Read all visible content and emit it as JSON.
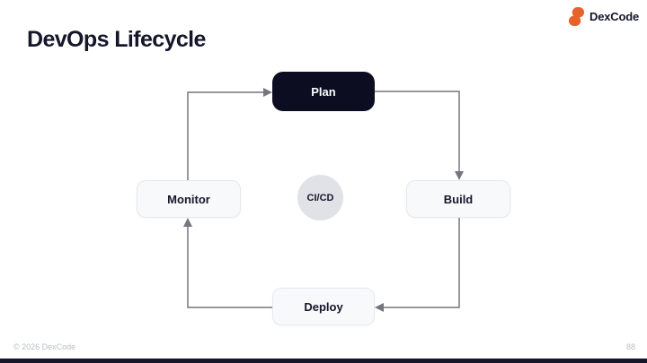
{
  "slide": {
    "title": "DevOps Lifecycle",
    "footer": {
      "copyright": "© 2026 DexCode",
      "page_number": "88"
    }
  },
  "logo": {
    "text": "DexCode",
    "icon": "dexcode-logo-icon",
    "icon_color": "#E8632C"
  },
  "diagram": {
    "type": "cycle-flowchart",
    "nodes": [
      {
        "id": "plan",
        "label": "Plan",
        "variant": "dark",
        "position": "top"
      },
      {
        "id": "build",
        "label": "Build",
        "variant": "light",
        "position": "right"
      },
      {
        "id": "deploy",
        "label": "Deploy",
        "variant": "light",
        "position": "bottom"
      },
      {
        "id": "monitor",
        "label": "Monitor",
        "variant": "light",
        "position": "left"
      }
    ],
    "center_label": "CI/CD",
    "edges": [
      {
        "from": "Plan",
        "to": "Build"
      },
      {
        "from": "Build",
        "to": "Deploy"
      },
      {
        "from": "Deploy",
        "to": "Monitor"
      },
      {
        "from": "Monitor",
        "to": "Plan"
      }
    ]
  },
  "colors": {
    "title_text": "#16162B",
    "dark_node_bg": "#0D0D21",
    "dark_node_text": "#FFFFFF",
    "light_node_bg": "#F8F9FB",
    "light_node_border": "#E7E9EE",
    "center_circle_bg": "#E1E2E7",
    "connector": "#75757F",
    "footer_text": "#BBBEC5",
    "bottom_bar": "#16162B",
    "logo_orange": "#E8632C",
    "background": "#FFFFFF"
  }
}
